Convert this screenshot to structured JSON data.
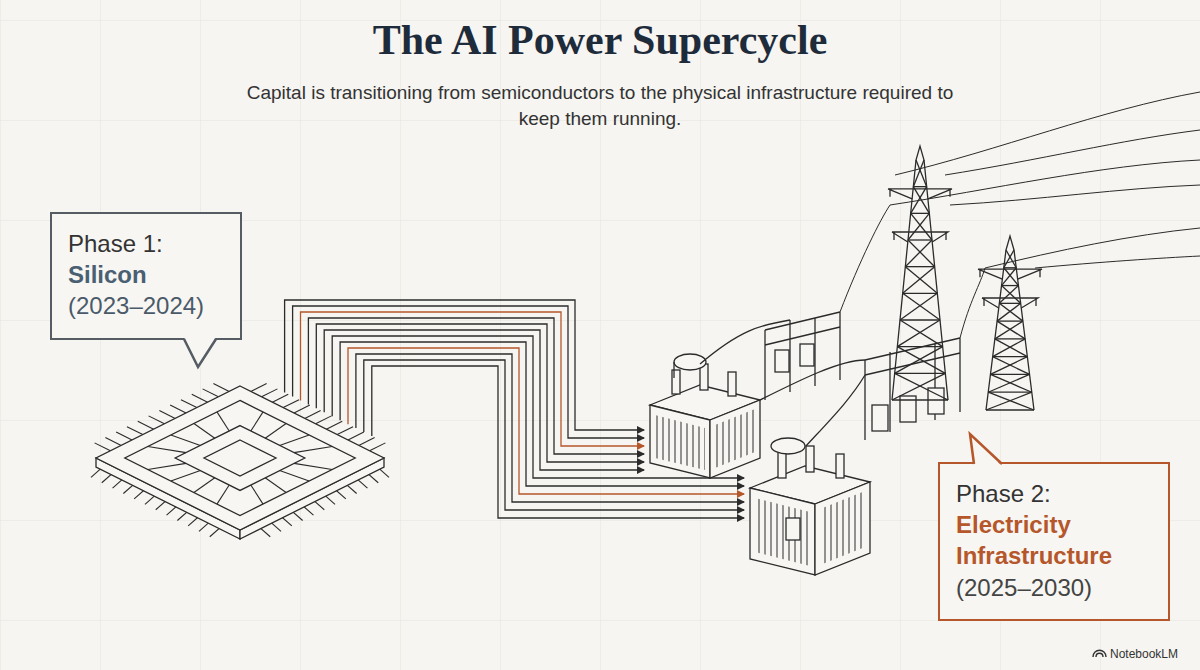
{
  "diagram": {
    "title": "The AI Power Supercycle",
    "nodes": [
      {
        "text": [
          "Phase 1:",
          "Silicon",
          "(2023–2024)"
        ]
      },
      {
        "text": [
          "Phase 2:",
          "Electricity Infrastructure",
          "(2025–2030)"
        ]
      }
    ],
    "labels": [
      "Capital is transitioning from semiconductors to the physical infrastructure required to keep them running.",
      "NotebookLM"
    ]
  }
}
